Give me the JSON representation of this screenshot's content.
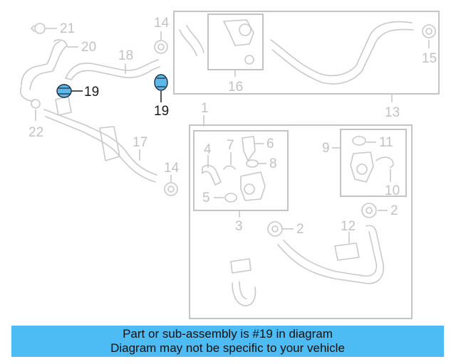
{
  "callouts": {
    "c1": "1",
    "c2a": "2",
    "c2b": "2",
    "c3": "3",
    "c4": "4",
    "c5": "5",
    "c6": "6",
    "c7": "7",
    "c8": "8",
    "c9": "9",
    "c10": "10",
    "c11": "11",
    "c12": "12",
    "c13": "13",
    "c14a": "14",
    "c14b": "14",
    "c15": "15",
    "c16": "16",
    "c17": "17",
    "c18": "18",
    "c19a": "19",
    "c19b": "19",
    "c20": "20",
    "c21": "21",
    "c22": "22"
  },
  "highlighted_part": "19",
  "colors": {
    "highlight_fill": "#5fb8ea",
    "banner": "#4dbbf4",
    "faded_part": "#c9c9c9"
  },
  "banner": {
    "line1": "Part or sub-assembly is #19 in diagram",
    "line2": "Diagram may not be specific to your vehicle"
  }
}
